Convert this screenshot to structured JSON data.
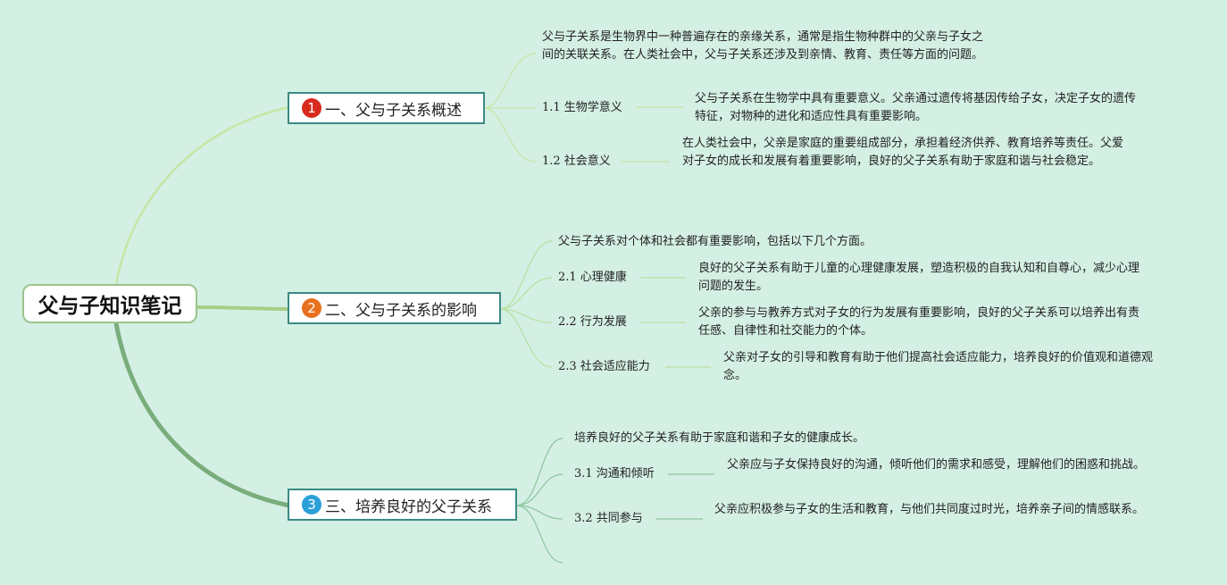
{
  "root": {
    "title": "父与子知识笔记"
  },
  "colors": {
    "background": "#d4efe3",
    "badge1": "#d92a1e",
    "badge2": "#e8711f",
    "badge3": "#2b9fd8",
    "branch_border": "#3a8a86"
  },
  "branches": [
    {
      "number": "1",
      "label": "一、父与子关系概述",
      "intro": "父与子关系是生物界中一种普遍存在的亲缘关系，通常是指生物种群中的父亲与子女之间的关联关系。在人类社会中，父与子关系还涉及到亲情、教育、责任等方面的问题。",
      "items": [
        {
          "label": "1.1 生物学意义",
          "text": "父与子关系在生物学中具有重要意义。父亲通过遗传将基因传给子女，决定子女的遗传特征，对物种的进化和适应性具有重要影响。"
        },
        {
          "label": "1.2 社会意义",
          "text": "在人类社会中，父亲是家庭的重要组成部分，承担着经济供养、教育培养等责任。父爱对子女的成长和发展有着重要影响，良好的父子关系有助于家庭和谐与社会稳定。"
        }
      ]
    },
    {
      "number": "2",
      "label": "二、父与子关系的影响",
      "intro": "父与子关系对个体和社会都有重要影响，包括以下几个方面。",
      "items": [
        {
          "label": "2.1 心理健康",
          "text": "良好的父子关系有助于儿童的心理健康发展，塑造积极的自我认知和自尊心，减少心理问题的发生。"
        },
        {
          "label": "2.2 行为发展",
          "text": "父亲的参与与教养方式对子女的行为发展有重要影响，良好的父子关系可以培养出有责任感、自律性和社交能力的个体。"
        },
        {
          "label": "2.3 社会适应能力",
          "text": "父亲对子女的引导和教育有助于他们提高社会适应能力，培养良好的价值观和道德观念。"
        }
      ]
    },
    {
      "number": "3",
      "label": "三、培养良好的父子关系",
      "intro": "培养良好的父子关系有助于家庭和谐和子女的健康成长。",
      "items": [
        {
          "label": "3.1 沟通和倾听",
          "text": "父亲应与子女保持良好的沟通，倾听他们的需求和感受，理解他们的困惑和挑战。"
        },
        {
          "label": "3.2 共同参与",
          "text": "父亲应积极参与子女的生活和教育，与他们共同度过时光，培养亲子间的情感联系。"
        }
      ]
    }
  ]
}
